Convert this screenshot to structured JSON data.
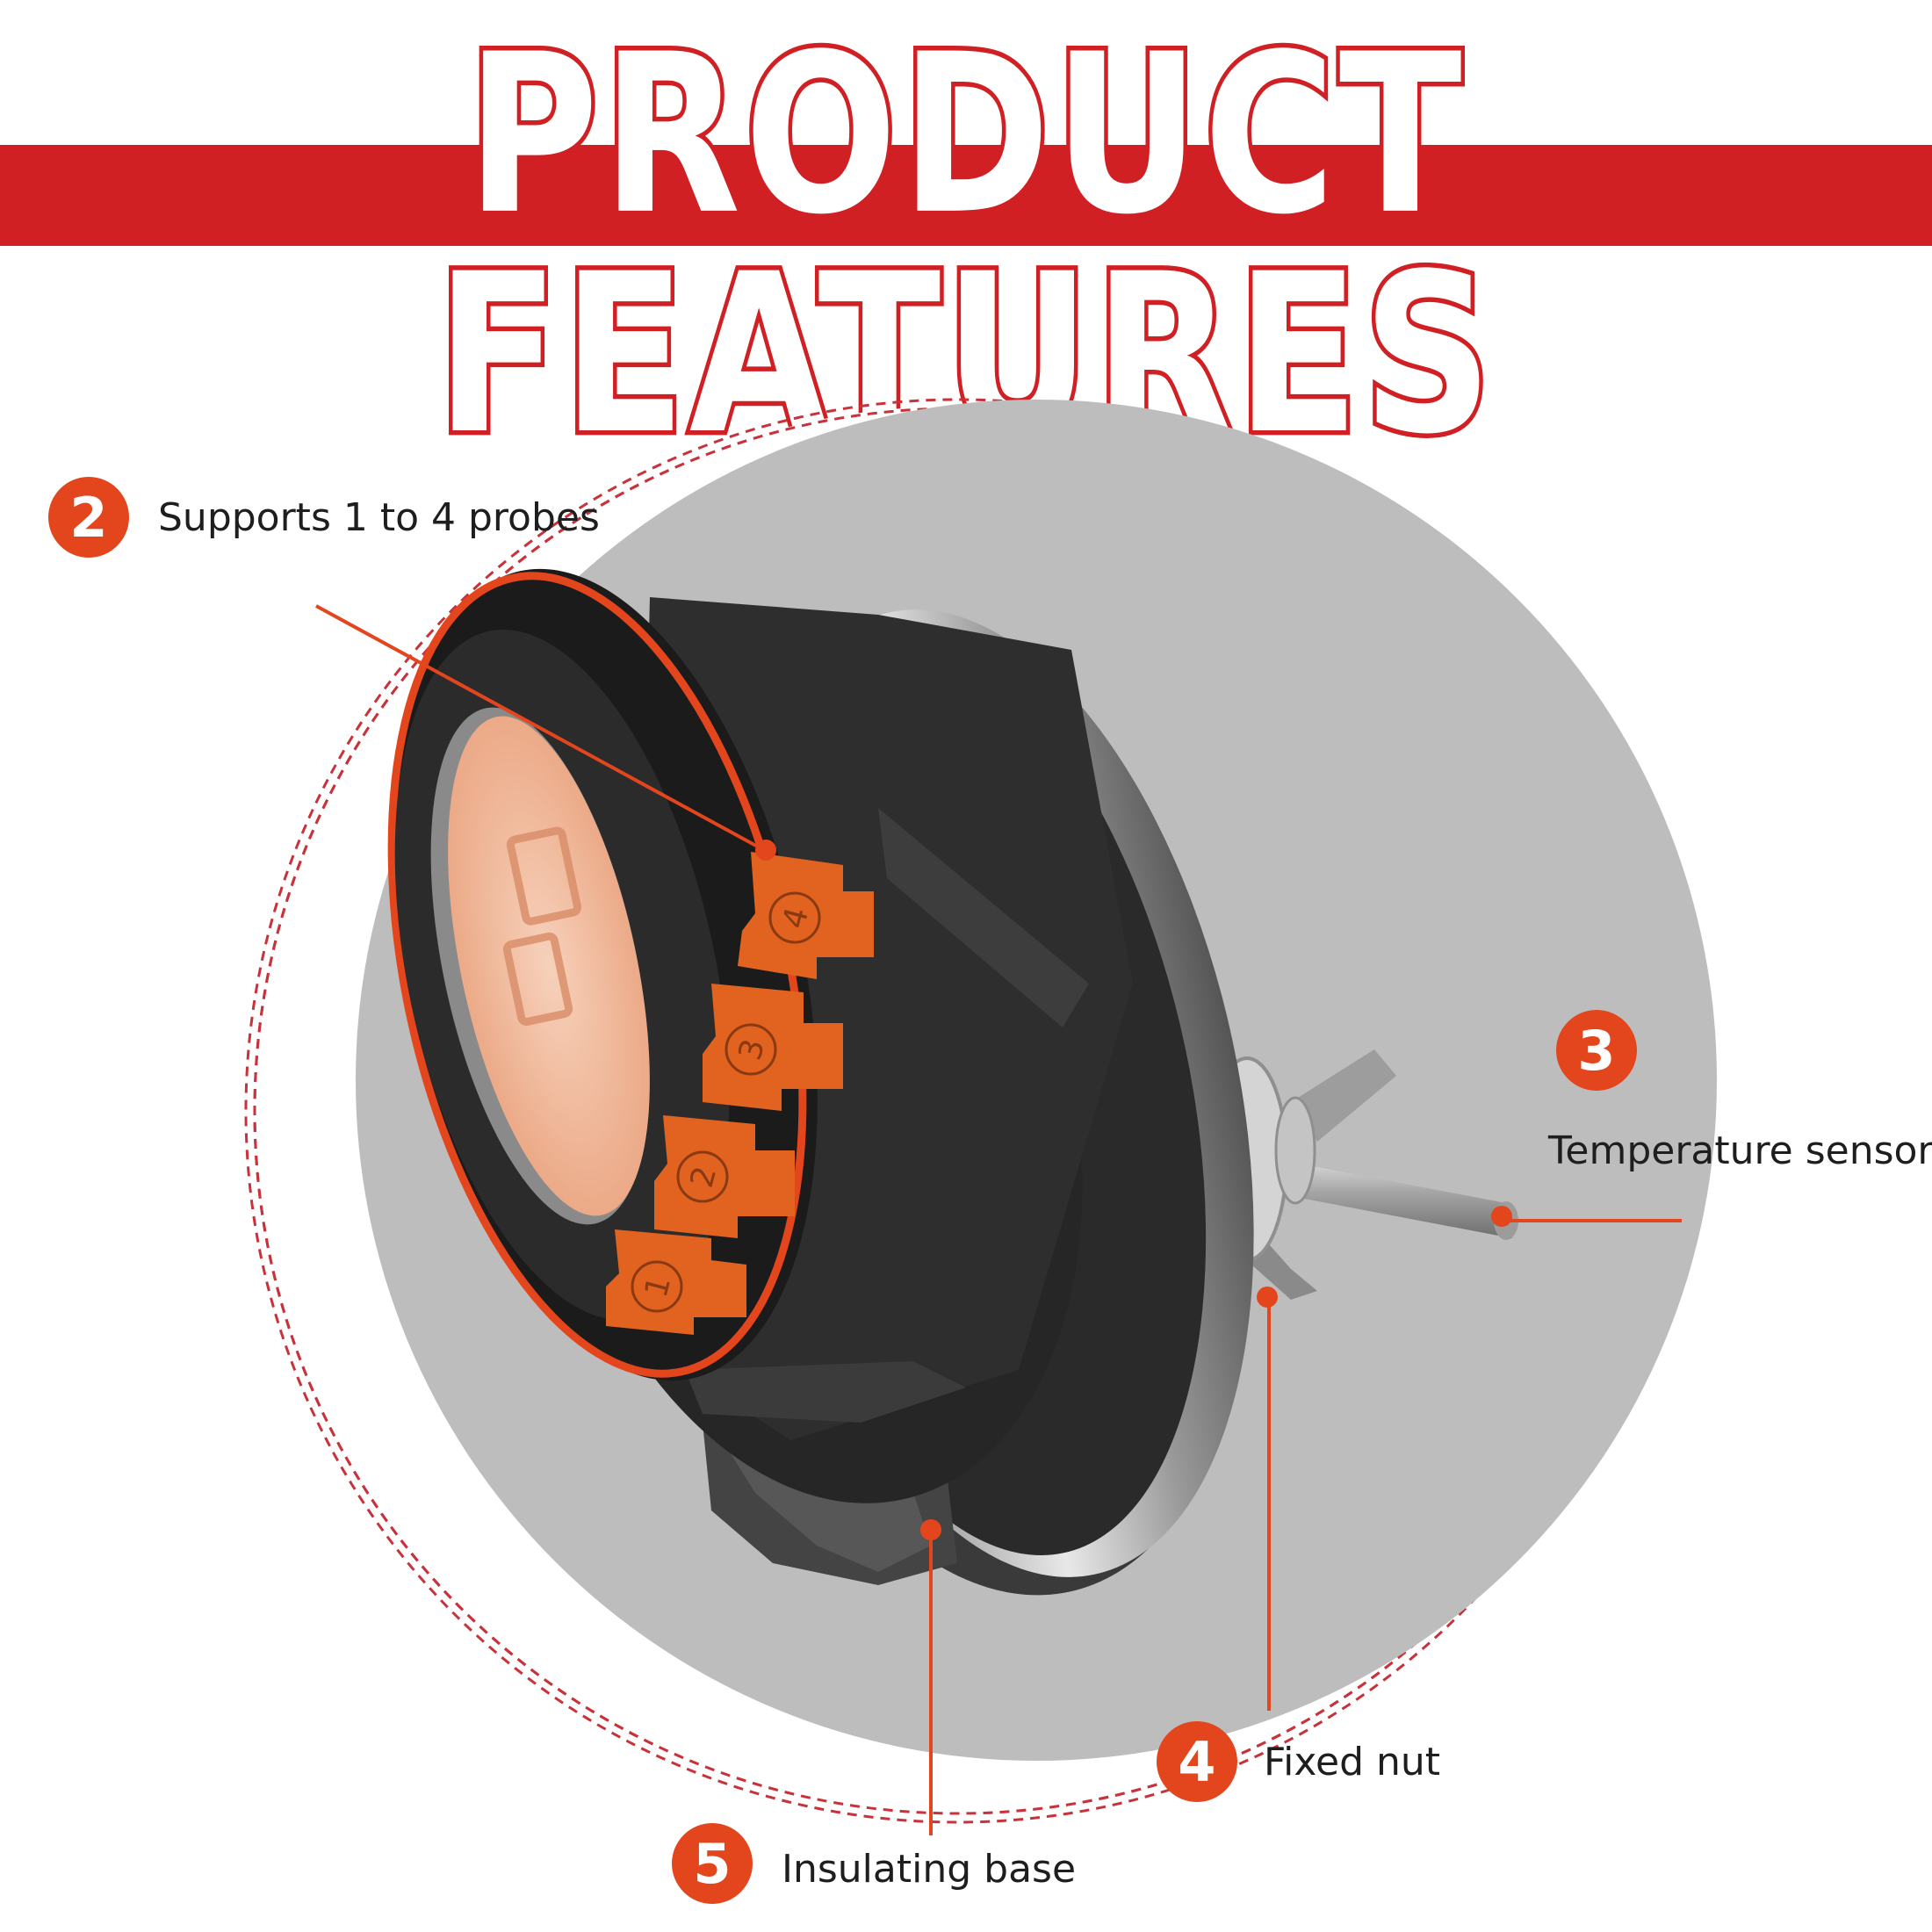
{
  "title": "PRODUCT FEATURES",
  "colors": {
    "banner": "#d02024",
    "accent": "#e3461d",
    "backdrop": "#bdbdbd",
    "dashed_ring": "#c8323a"
  },
  "device": {
    "port_labels": [
      "1",
      "2",
      "3",
      "4"
    ]
  },
  "features": [
    {
      "number": "2",
      "label": "Supports 1 to 4 probes"
    },
    {
      "number": "3",
      "label": "Temperature sensor"
    },
    {
      "number": "4",
      "label": "Fixed nut"
    },
    {
      "number": "5",
      "label": "Insulating base"
    }
  ]
}
